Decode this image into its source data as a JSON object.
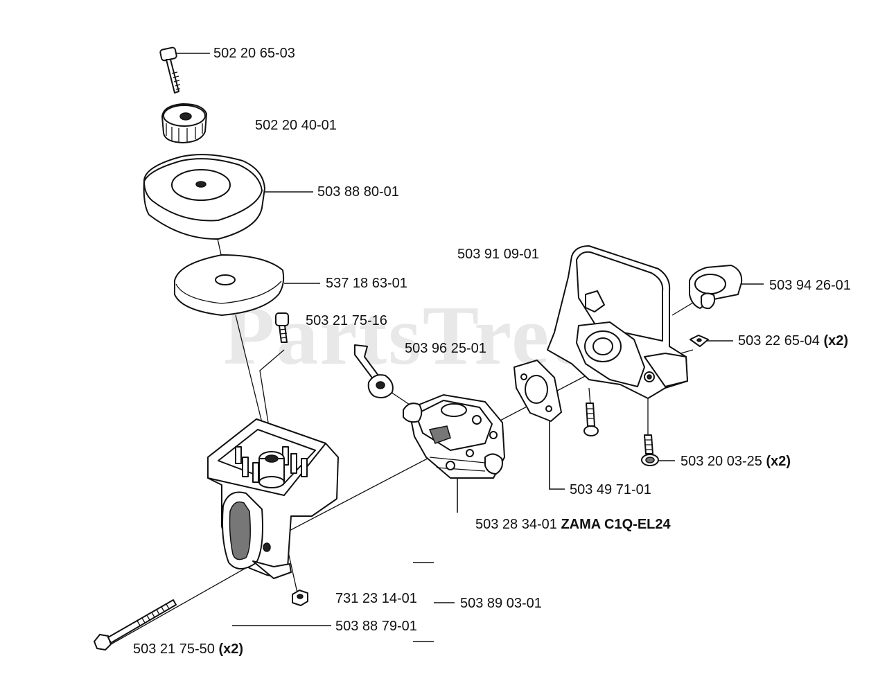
{
  "watermark": {
    "text": "PartsTree",
    "tm": "™"
  },
  "labels": {
    "bolt_top": "502 20 65-03",
    "knob": "502 20 40-01",
    "cover": "503 88 80-01",
    "filter": "537 18 63-01",
    "screw_small": "503 21 75-16",
    "choke_lever": "503 96 25-01",
    "holder": "503 91 09-01",
    "grommet": "503 94 26-01",
    "nut_plate": {
      "code": "503 22 65-04",
      "qty": "(x2)"
    },
    "screw_right": {
      "code": "503 20 03-25",
      "qty": "(x2)"
    },
    "gasket": "503 49 71-01",
    "carburetor": {
      "code": "503 28 34-01",
      "model": "ZAMA C1Q-EL24"
    },
    "nut": "731 23 14-01",
    "part_89": "503 89 03-01",
    "housing": "503 88 79-01",
    "long_bolt": {
      "code": "503 21 75-50",
      "qty": "(x2)"
    }
  }
}
